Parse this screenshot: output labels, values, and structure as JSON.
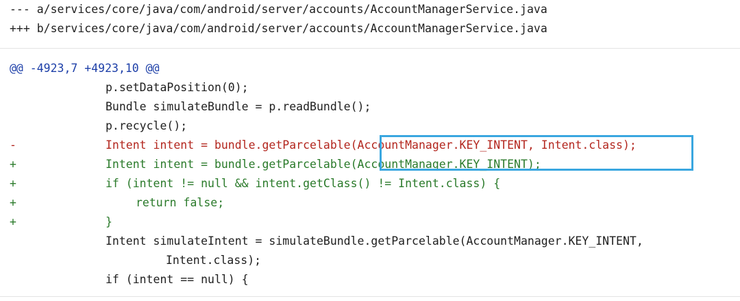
{
  "file_header": {
    "old_file": "--- a/services/core/java/com/android/server/accounts/AccountManagerService.java",
    "new_file": "+++ b/services/core/java/com/android/server/accounts/AccountManagerService.java"
  },
  "hunk_header": "@@ -4923,7 +4923,10 @@",
  "lines": [
    {
      "marker": "",
      "type": "ctx",
      "code": "p.setDataPosition(0);"
    },
    {
      "marker": "",
      "type": "ctx",
      "code": "Bundle simulateBundle = p.readBundle();"
    },
    {
      "marker": "",
      "type": "ctx",
      "code": "p.recycle();"
    },
    {
      "marker": "-",
      "type": "del",
      "code": "Intent intent = bundle.getParcelable(AccountManager.KEY_INTENT, Intent.class);"
    },
    {
      "marker": "+",
      "type": "add",
      "code": "Intent intent = bundle.getParcelable(AccountManager.KEY_INTENT);"
    },
    {
      "marker": "+",
      "type": "add",
      "code": "if (intent != null && intent.getClass() != Intent.class) {"
    },
    {
      "marker": "+",
      "type": "add",
      "code": "return false;",
      "extra_indent": true
    },
    {
      "marker": "+",
      "type": "add",
      "code": "}"
    },
    {
      "marker": "",
      "type": "ctx",
      "code": "Intent simulateIntent = simulateBundle.getParcelable(AccountManager.KEY_INTENT,"
    },
    {
      "marker": "",
      "type": "ctx",
      "code": "Intent.class);",
      "continuation": true
    },
    {
      "marker": "",
      "type": "ctx",
      "code": "if (intent == null) {"
    }
  ],
  "colors": {
    "deleted": "#b3261e",
    "added": "#2a7a2a",
    "hunk": "#1d3fa8",
    "highlight": "#3aa7e0"
  }
}
